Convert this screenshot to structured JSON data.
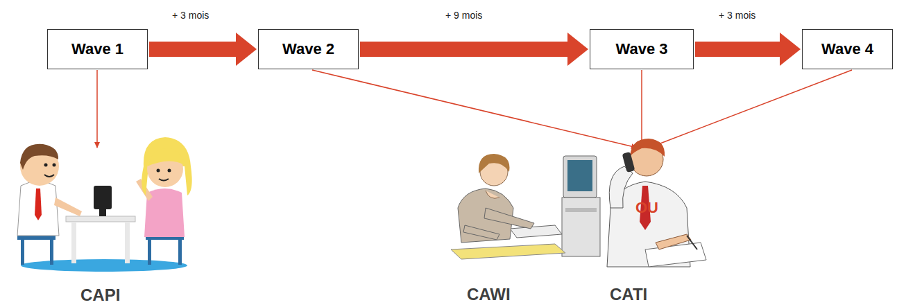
{
  "diagram": {
    "nodes": [
      {
        "text": [
          "Wave 1"
        ]
      },
      {
        "text": [
          "Wave 2"
        ]
      },
      {
        "text": [
          "Wave 3"
        ]
      },
      {
        "text": [
          "Wave 4"
        ]
      }
    ],
    "edges": [
      {
        "from": 0,
        "to": 1,
        "arrow": "to",
        "label": "+ 3 mois"
      },
      {
        "from": 1,
        "to": 2,
        "arrow": "to",
        "label": "+ 9 mois"
      },
      {
        "from": 2,
        "to": 3,
        "arrow": "to",
        "label": "+ 3 mois"
      }
    ],
    "labels": [
      "CAPI",
      "CAWI",
      "OU",
      "CATI"
    ]
  }
}
